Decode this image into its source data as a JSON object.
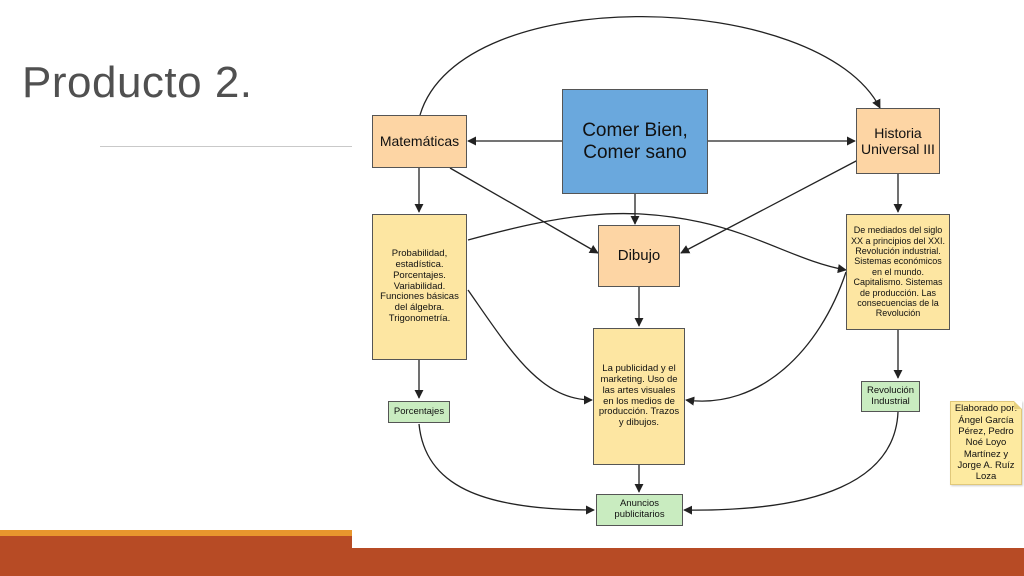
{
  "slide": {
    "title": "Producto 2."
  },
  "diagram": {
    "center": "Comer Bien, Comer sano",
    "math": "Matemáticas",
    "history": "Historia Universal III",
    "drawing": "Dibujo",
    "math_topics": "Probabilidad, estadística. Porcentajes. Variabilidad. Funciones básicas del álgebra. Trigonometría.",
    "history_topics": "De mediados del siglo XX a principios del XXI. Revolución industrial. Sistemas económicos en el mundo. Capitalismo. Sistemas de producción. Las consecuencias de la Revolución",
    "drawing_topics": "La publicidad y el marketing. Uso de las artes visuales en los medios de producción. Trazos y dibujos.",
    "percentages": "Porcentajes",
    "industrial_revolution": "Revolución Industrial",
    "ads": "Anuncios publicitarios",
    "credits": "Elaborado por: Ángel García Pérez, Pedro Noé Loyo Martínez y Jorge A. Ruíz Loza"
  },
  "colors": {
    "accent_bar": "#b74b25",
    "accent_strip": "#e8962d",
    "node_orange": "#fdd5a4",
    "node_blue": "#6aa8dd",
    "node_yellow": "#fde6a2",
    "node_green": "#c9ecc0"
  }
}
